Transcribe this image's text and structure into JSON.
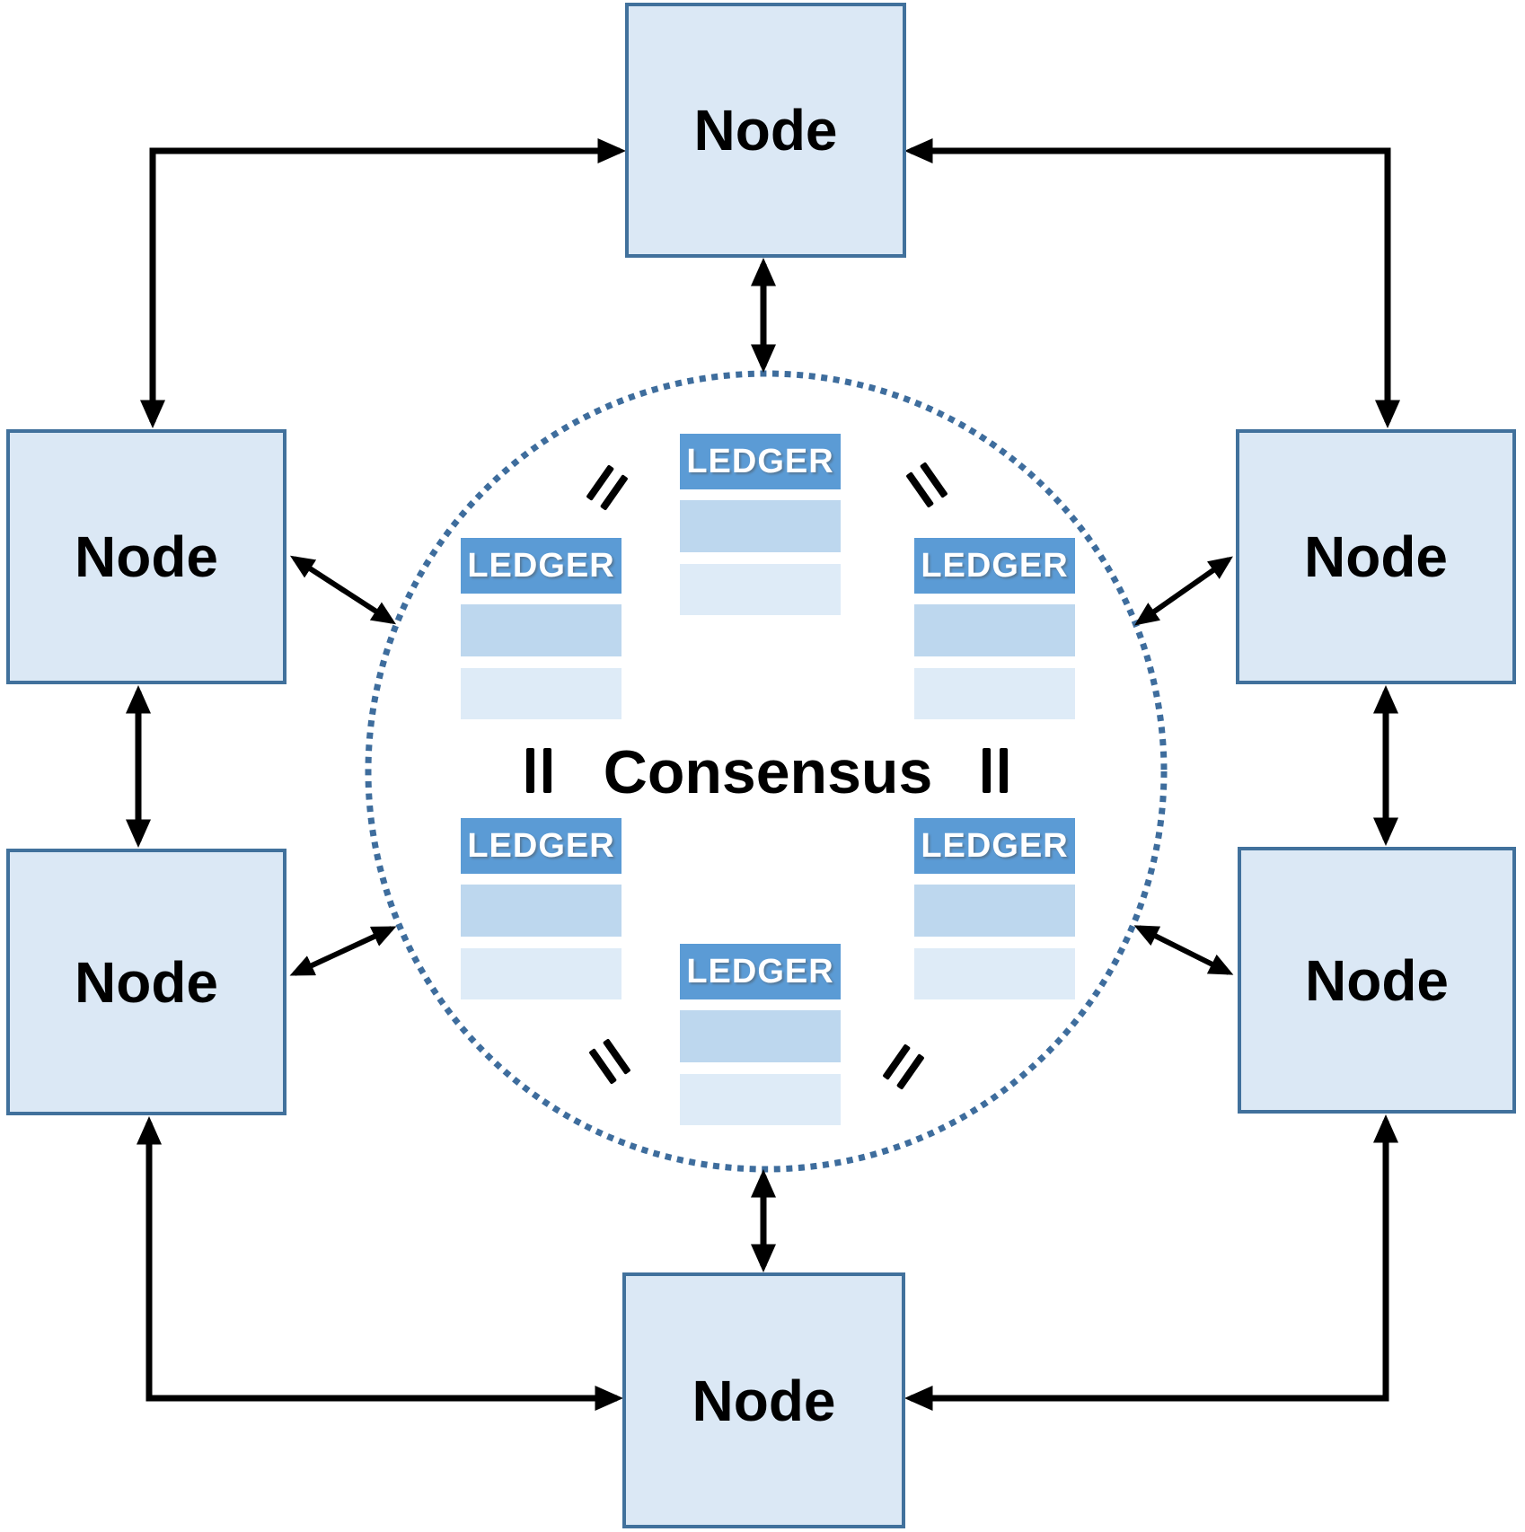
{
  "diagram": {
    "center_label": "Consensus",
    "nodes": [
      {
        "id": "top",
        "label": "Node"
      },
      {
        "id": "left-upper",
        "label": "Node"
      },
      {
        "id": "right-upper",
        "label": "Node"
      },
      {
        "id": "left-lower",
        "label": "Node"
      },
      {
        "id": "right-lower",
        "label": "Node"
      },
      {
        "id": "bottom",
        "label": "Node"
      }
    ],
    "ledgers": [
      {
        "id": "top-center",
        "label": "LEDGER",
        "rows": 2
      },
      {
        "id": "upper-left",
        "label": "LEDGER",
        "rows": 2
      },
      {
        "id": "upper-right",
        "label": "LEDGER",
        "rows": 2
      },
      {
        "id": "lower-left",
        "label": "LEDGER",
        "rows": 2
      },
      {
        "id": "lower-right",
        "label": "LEDGER",
        "rows": 2
      },
      {
        "id": "bottom-center",
        "label": "LEDGER",
        "rows": 2
      }
    ],
    "equality_marks": {
      "symbol": "=",
      "count": 6
    },
    "connections": {
      "node_to_node": "bidirectional-arrows",
      "node_to_consensus_circle": "bidirectional-arrows"
    },
    "colors": {
      "node-fill": "#dbe8f5",
      "node-border": "#41719c",
      "ledger-header": "#5b9bd5",
      "ledger-row1": "#bdd7ee",
      "ledger-row2": "#deebf7",
      "circle-dot": "#3e6d9d",
      "arrow": "#000000",
      "label-text": "#000000",
      "ledger-text": "#ffffff"
    }
  }
}
